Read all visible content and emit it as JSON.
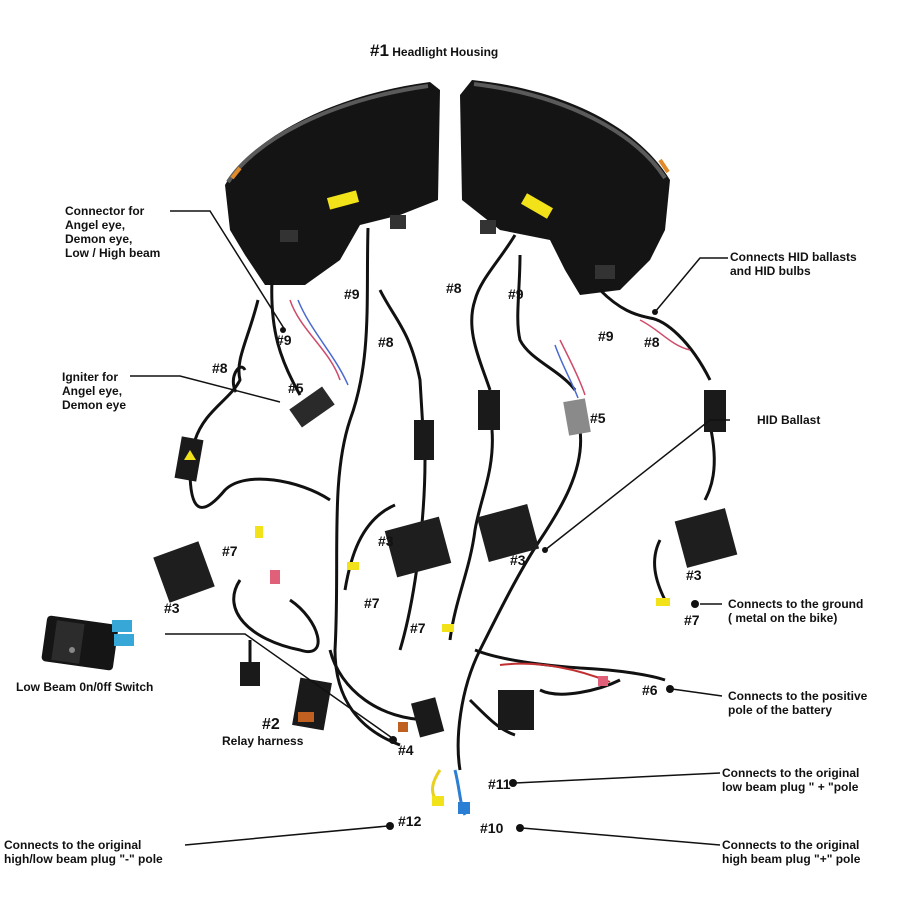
{
  "title": {
    "number": "#1",
    "text": "Headlight Housing"
  },
  "callouts": {
    "connector": "Connector for\nAngel eye,\nDemon eye,\nLow  / High beam",
    "igniter": "Igniter for\nAngel eye,\nDemon eye",
    "switch": "Low Beam 0n/0ff Switch",
    "relay_number": "#2",
    "relay": "Relay harness",
    "hid_bulbs": "Connects HID ballasts\nand HID bulbs",
    "hid_ballast": "HID Ballast",
    "ground": "Connects to the ground\n( metal on the bike)",
    "positive": "Connects to the positive\npole of the battery",
    "low_beam_plus": "Connects to the original\nlow beam plug \" + \"pole",
    "high_beam_plus": "Connects to the original\nhigh beam plug \"+\" pole",
    "minus_pole": "Connects to the original\nhigh/low beam plug \"-\" pole"
  },
  "markers": {
    "n9_left_upper": "#9",
    "n9_left": "#9",
    "n8_left": "#8",
    "n8_left_mid": "#8",
    "n5_left": "#5",
    "n3_left_a": "#3",
    "n3_left_b": "#3",
    "n7_left_a": "#7",
    "n7_left_b": "#7",
    "n8_right_a": "#8",
    "n9_right_a": "#9",
    "n9_right_b": "#9",
    "n8_right_b": "#8",
    "n5_right": "#5",
    "n3_right_a": "#3",
    "n3_right_b": "#3",
    "n7_right_a": "#7",
    "n7_right_b": "#7",
    "n6": "#6",
    "n4": "#4",
    "n11": "#11",
    "n12": "#12",
    "n10": "#10"
  },
  "colors": {
    "accent_yellow": "#f2e21a",
    "wire_blue": "#2a7fd4",
    "switch_blue": "#37a7d8"
  }
}
